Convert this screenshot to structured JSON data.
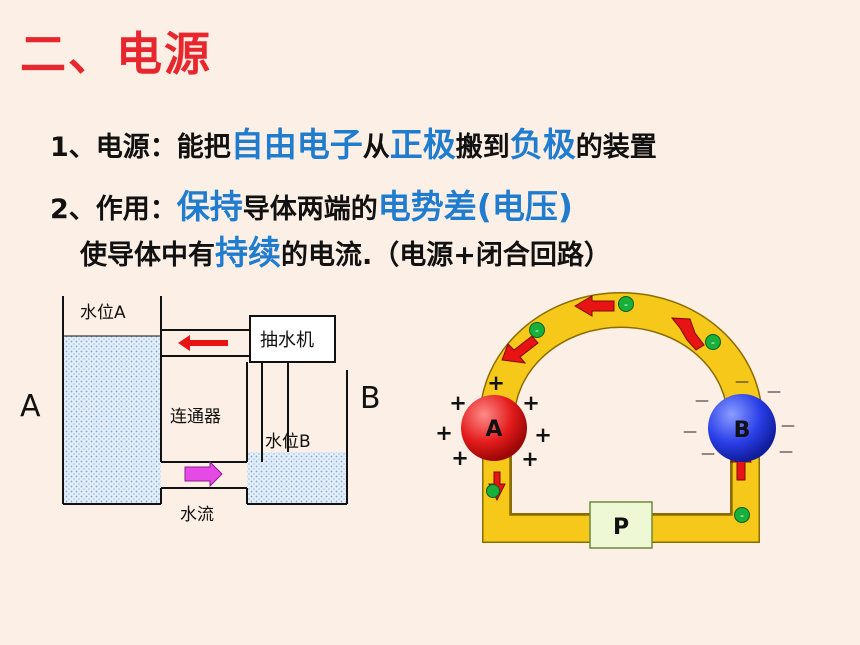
{
  "title": "二、电源",
  "line1": {
    "p1": "1、电源：能把",
    "h1": "自由电子",
    "p2": "从",
    "h2": "正极",
    "p3": "搬到",
    "h3": "负极",
    "p4": "的装置"
  },
  "line2": {
    "p1": "2、作用：",
    "h1": "保持",
    "p2": "导体两端的",
    "h2": "电势差(电压)"
  },
  "line3": {
    "p1": "使导体中有",
    "h1": "持续",
    "p2": "的电流.（电源+闭合回路）"
  },
  "water": {
    "label_level_a": "水位A",
    "label_pump": "抽水机",
    "label_a": "A",
    "label_b": "B",
    "label_connector": "连通器",
    "label_level_b": "水位B",
    "label_flow": "水流"
  },
  "circuit": {
    "label_a": "A",
    "label_b": "B",
    "label_p": "P",
    "plus": "+",
    "minus": "—",
    "electron": "-"
  },
  "colors": {
    "title": "#e8262d",
    "highlight": "#1f7ccf",
    "wire": "#f6c81a",
    "arrow": "#e81414"
  }
}
